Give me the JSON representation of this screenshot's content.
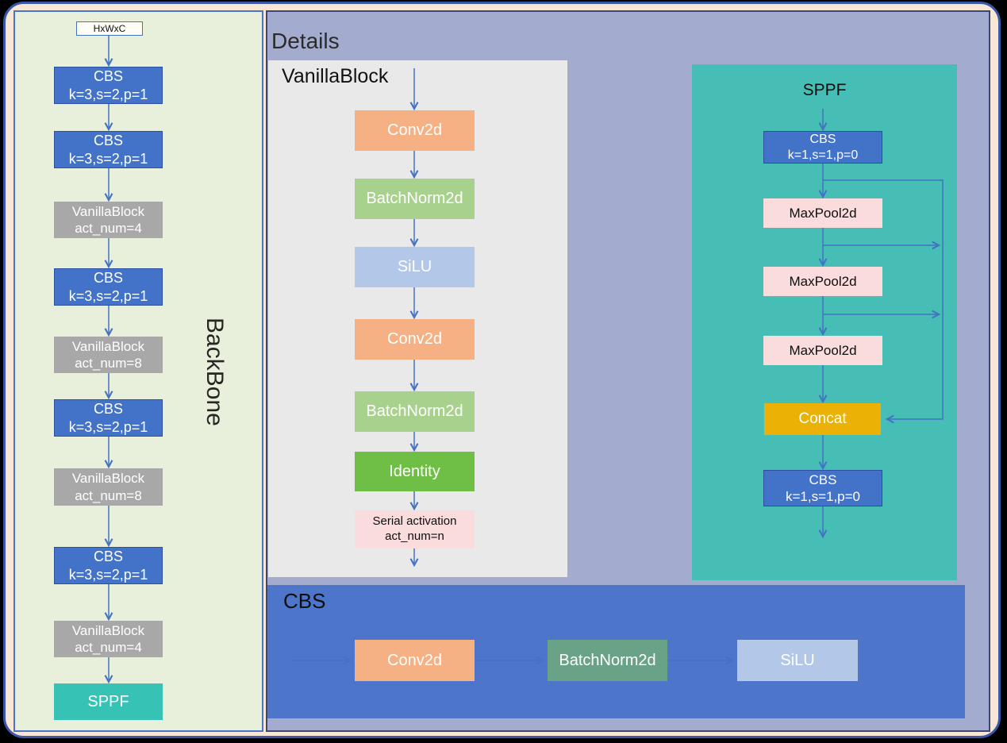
{
  "backbone": {
    "title": "BackBone",
    "input_label": "HxWxC",
    "nodes": [
      {
        "line1": "CBS",
        "line2": "k=3,s=2,p=1"
      },
      {
        "line1": "CBS",
        "line2": "k=3,s=2,p=1"
      },
      {
        "line1": "VanillaBlock",
        "line2": "act_num=4"
      },
      {
        "line1": "CBS",
        "line2": "k=3,s=2,p=1"
      },
      {
        "line1": "VanillaBlock",
        "line2": "act_num=8"
      },
      {
        "line1": "CBS",
        "line2": "k=3,s=2,p=1"
      },
      {
        "line1": "VanillaBlock",
        "line2": "act_num=8"
      },
      {
        "line1": "CBS",
        "line2": "k=3,s=2,p=1"
      },
      {
        "line1": "VanillaBlock",
        "line2": "act_num=4"
      },
      {
        "line1": "SPPF"
      }
    ]
  },
  "details": {
    "title": "Details",
    "vanilla_block": {
      "title": "VanillaBlock",
      "nodes": [
        {
          "line1": "Conv2d"
        },
        {
          "line1": "BatchNorm2d"
        },
        {
          "line1": "SiLU"
        },
        {
          "line1": "Conv2d"
        },
        {
          "line1": "BatchNorm2d"
        },
        {
          "line1": "Identity"
        },
        {
          "line1": "Serial activation",
          "line2": "act_num=n"
        }
      ]
    },
    "sppf": {
      "title": "SPPF",
      "nodes": [
        {
          "line1": "CBS",
          "line2": "k=1,s=1,p=0"
        },
        {
          "line1": "MaxPool2d"
        },
        {
          "line1": "MaxPool2d"
        },
        {
          "line1": "MaxPool2d"
        },
        {
          "line1": "Concat"
        },
        {
          "line1": "CBS",
          "line2": "k=1,s=1,p=0"
        }
      ]
    },
    "cbs": {
      "title": "CBS",
      "nodes": [
        {
          "line1": "Conv2d"
        },
        {
          "line1": "BatchNorm2d"
        },
        {
          "line1": "SiLU"
        }
      ]
    }
  },
  "colors": {
    "frame_fill": "#F9E7D5",
    "frame_border": "#3A57A8",
    "backbone_bg": "#E8EFDB",
    "details_bg": "#A3ACCE",
    "vanilla_panel_bg": "#E9E9E9",
    "sppf_panel_bg": "#46BDB5",
    "cbs_panel_bg": "#4D75CA",
    "cbs_box": "#4273C9",
    "vanilla_box": "#A8A8A8",
    "sppf_box": "#36C2B5",
    "conv_orange": "#F5B183",
    "batchnorm_green": "#A9D18E",
    "batchnorm_seagreen": "#6AA287",
    "silu_blue": "#B3C7E9",
    "identity_green": "#6FBE45",
    "pink_box": "#FADCDD",
    "concat_amber": "#EBB104",
    "arrow_blue": "#4472C4"
  }
}
